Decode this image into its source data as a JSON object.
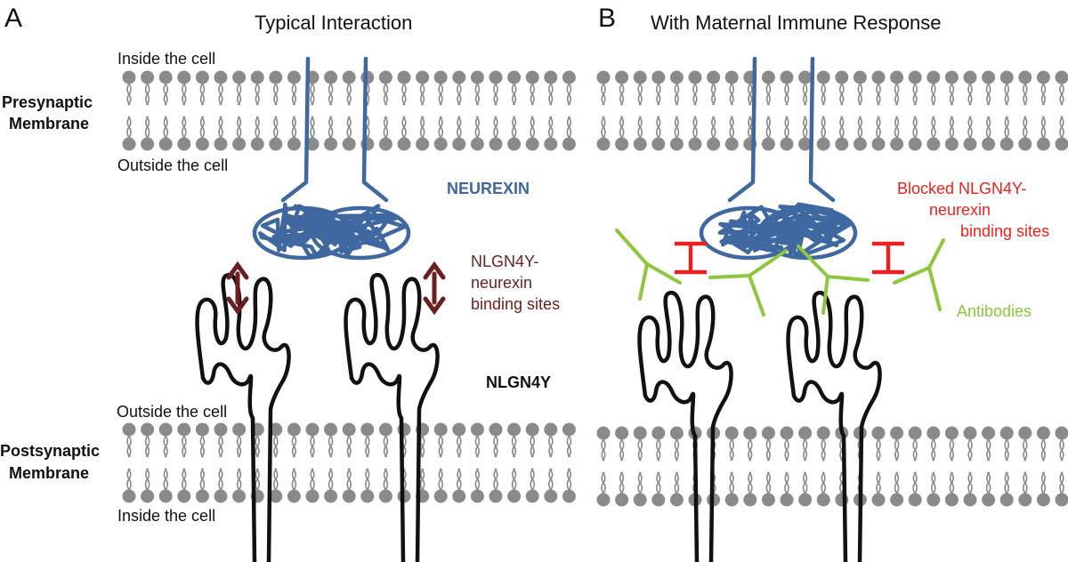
{
  "panels": [
    {
      "letter": "A",
      "title": "Typical Interaction",
      "pre_inside": "Inside the cell",
      "pre_outside": "Outside the cell",
      "post_outside": "Outside the cell",
      "post_inside": "Inside the cell",
      "presynaptic": [
        "Presynaptic",
        "Membrane"
      ],
      "postsynaptic": [
        "Postsynaptic",
        "Membrane"
      ],
      "neurexin": "NEUREXIN",
      "sites": [
        "NLGN4Y-",
        "neurexin",
        "binding sites"
      ],
      "nlgn": "NLGN4Y"
    },
    {
      "letter": "B",
      "title": "With Maternal Immune Response",
      "blocked": [
        "Blocked NLGN4Y-",
        "neurexin",
        "binding sites"
      ],
      "antibodies": "Antibodies"
    }
  ],
  "colors": {
    "neurexin": "#3f67a0",
    "nlgn4y": "#111111",
    "binding_arrow": "#6b1f1f",
    "sites_text": "#6b1f1f",
    "blocked": "#e8231f",
    "antibody": "#8dc63f",
    "lipid": "#8a8a8a"
  }
}
